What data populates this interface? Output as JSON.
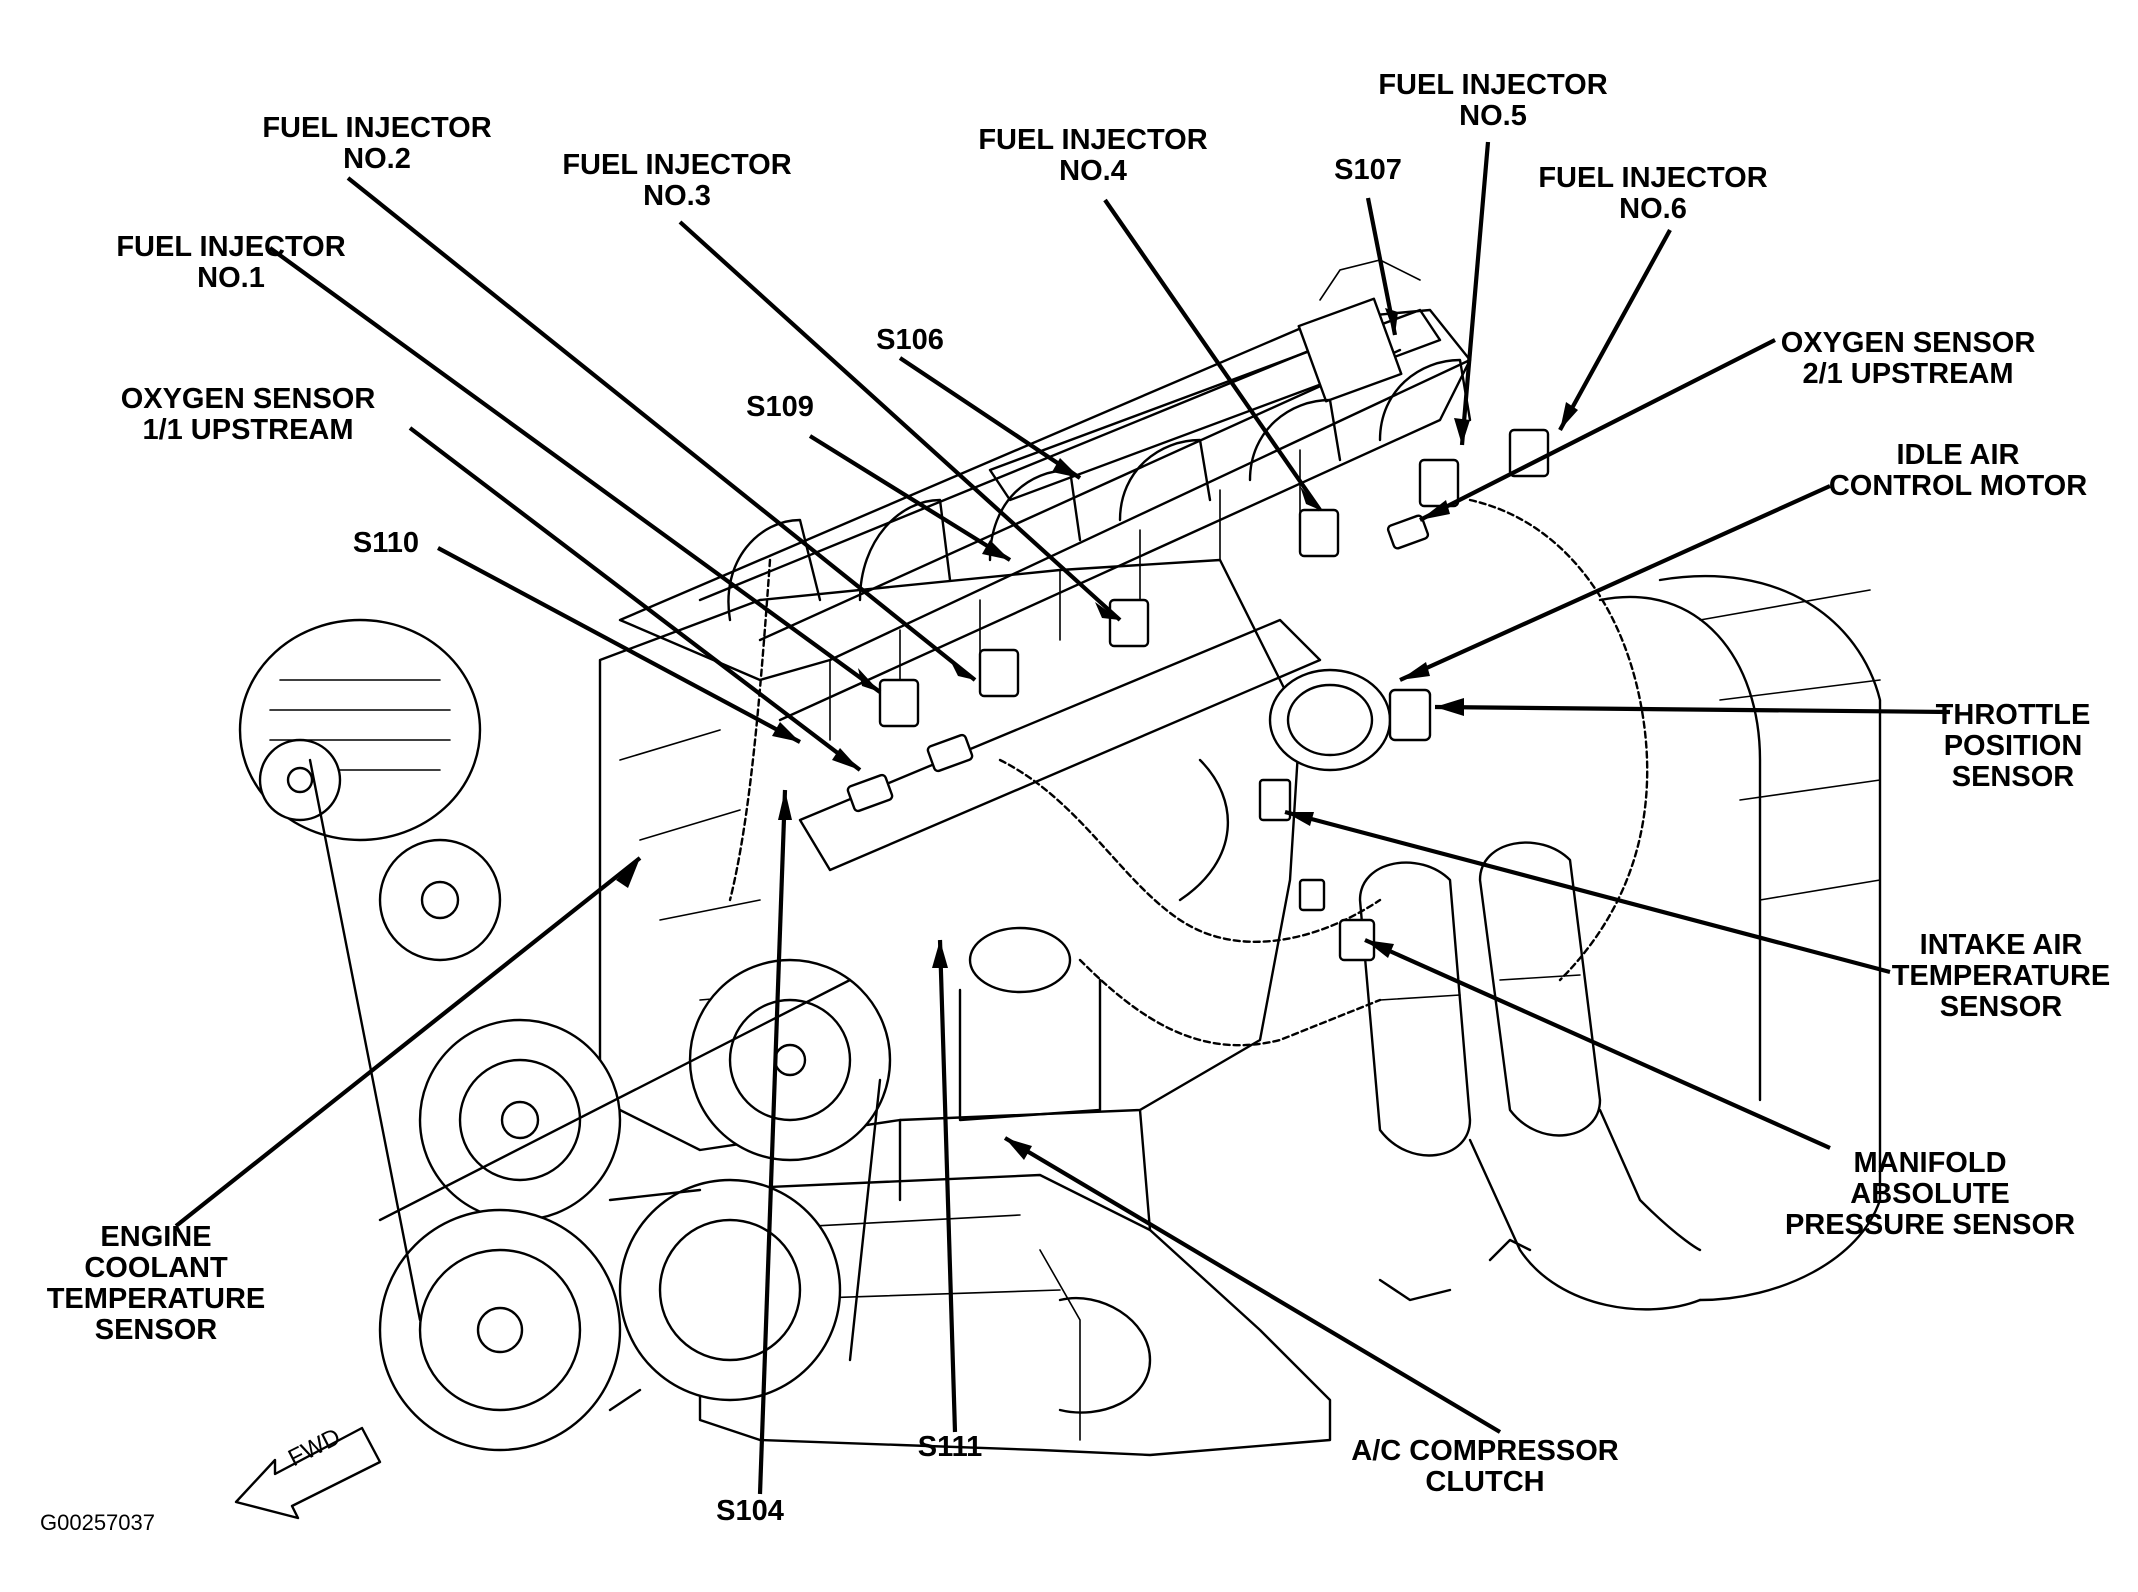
{
  "labels": {
    "fuel_injector_1": [
      "FUEL INJECTOR",
      "NO.1"
    ],
    "fuel_injector_2": [
      "FUEL INJECTOR",
      "NO.2"
    ],
    "fuel_injector_3": [
      "FUEL INJECTOR",
      "NO.3"
    ],
    "fuel_injector_4": [
      "FUEL INJECTOR",
      "NO.4"
    ],
    "fuel_injector_5": [
      "FUEL INJECTOR",
      "NO.5"
    ],
    "fuel_injector_6": [
      "FUEL INJECTOR",
      "NO.6"
    ],
    "s107": "S107",
    "s106": "S106",
    "s109": "S109",
    "s110": "S110",
    "s111": "S111",
    "s104": "S104",
    "oxygen_sensor_11": [
      "OXYGEN SENSOR",
      "1/1 UPSTREAM"
    ],
    "oxygen_sensor_21": [
      "OXYGEN SENSOR",
      "2/1 UPSTREAM"
    ],
    "idle_air_control_motor": [
      "IDLE AIR",
      "CONTROL MOTOR"
    ],
    "throttle_position_sensor": [
      "THROTTLE",
      "POSITION",
      "SENSOR"
    ],
    "intake_air_temperature_sensor": [
      "INTAKE AIR",
      "TEMPERATURE",
      "SENSOR"
    ],
    "manifold_absolute_pressure_sensor": [
      "MANIFOLD",
      "ABSOLUTE",
      "PRESSURE SENSOR"
    ],
    "engine_coolant_temperature_sensor": [
      "ENGINE",
      "COOLANT",
      "TEMPERATURE",
      "SENSOR"
    ],
    "ac_compressor_clutch": [
      "A/C COMPRESSOR",
      "CLUTCH"
    ]
  },
  "fwd_arrow_text": "FWD",
  "figure_code": "G00257037"
}
